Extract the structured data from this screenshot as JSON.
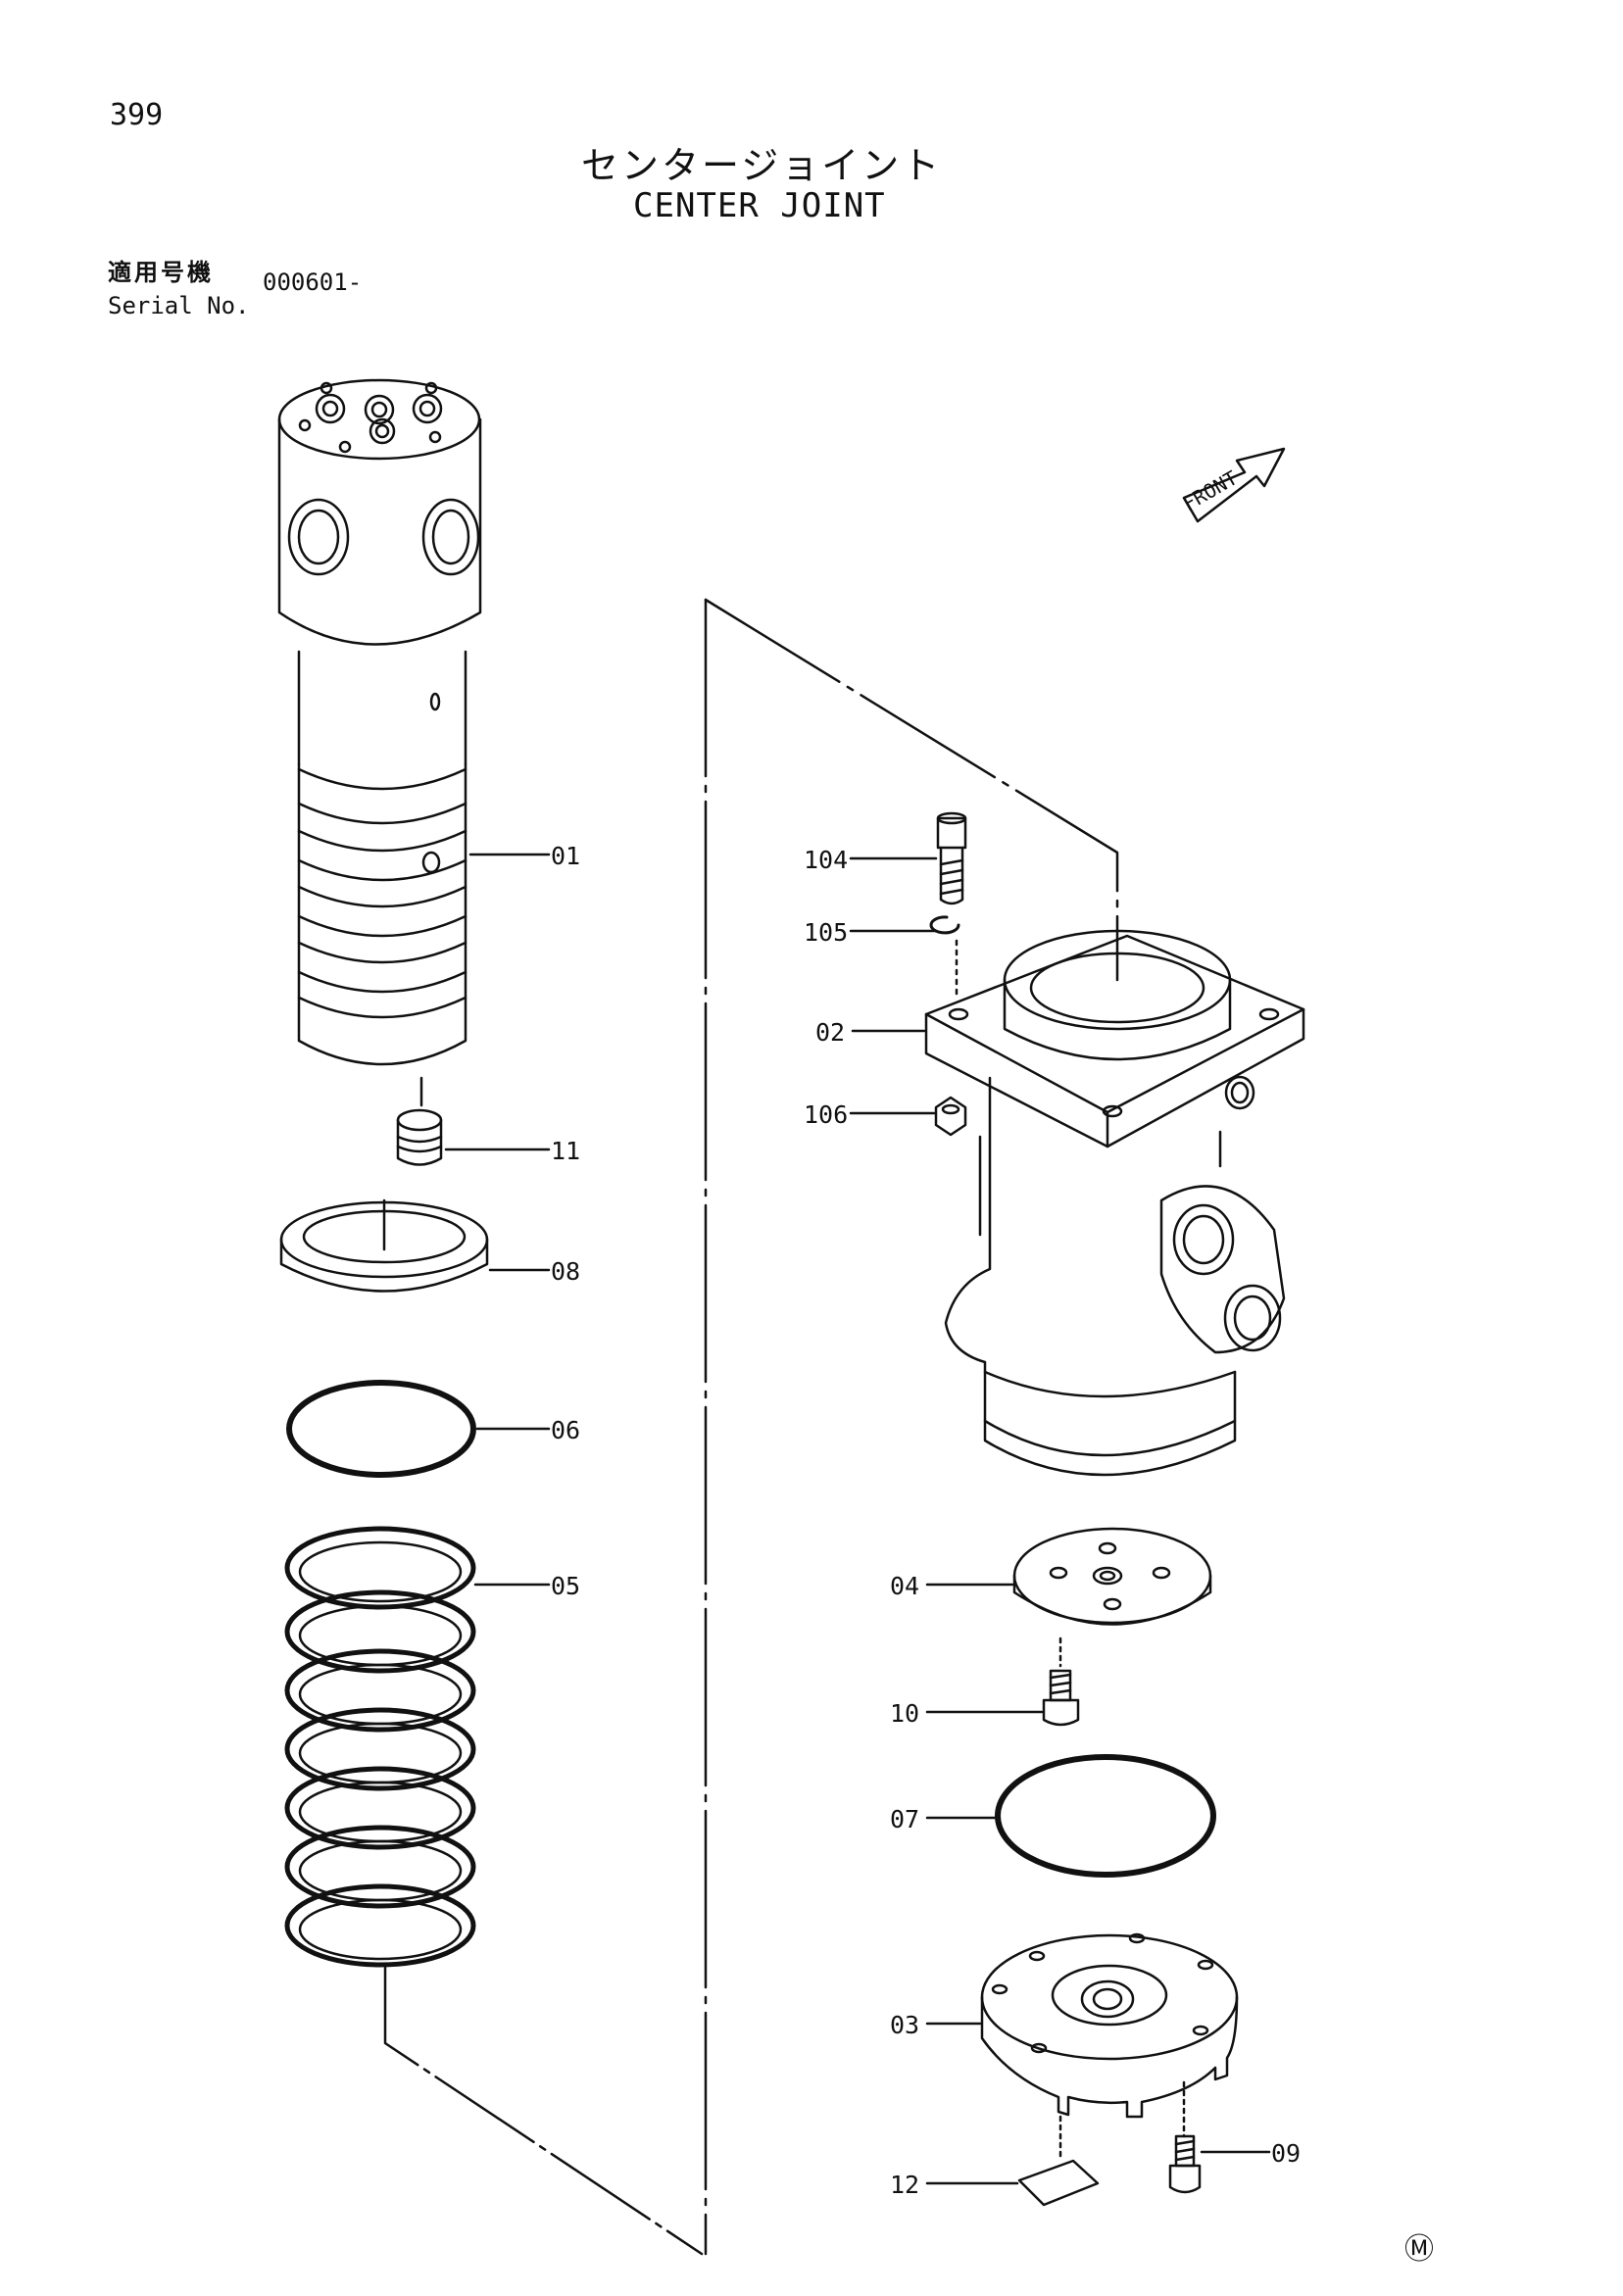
{
  "page_number": "399",
  "title_jp": "センタージョイント",
  "title_en": "CENTER JOINT",
  "serial": {
    "label_jp": "適用号機",
    "label_en": "Serial No.",
    "value": "000601-"
  },
  "front_label": "FRONT",
  "corner_mark": "Ⓜ",
  "callouts": {
    "c01": "01",
    "c11": "11",
    "c08": "08",
    "c06": "06",
    "c05": "05",
    "c104": "104",
    "c105": "105",
    "c02": "02",
    "c106": "106",
    "c04": "04",
    "c10": "10",
    "c07": "07",
    "c03": "03",
    "c12": "12",
    "c09": "09"
  }
}
